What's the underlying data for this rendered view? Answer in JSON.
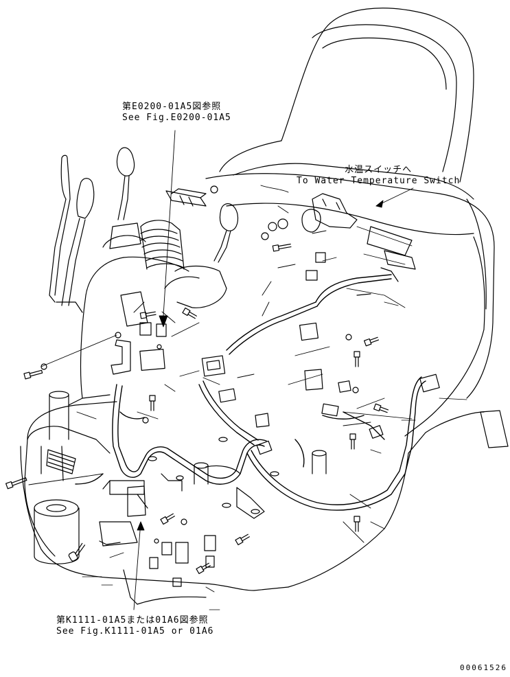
{
  "callouts": {
    "top_ref": {
      "jp": "第E0200-01A5図参照",
      "en": "See Fig.E0200-01A5"
    },
    "water_temp": {
      "jp": "水温スイッチへ",
      "en": "To Water Temperature Switch"
    },
    "bottom_ref": {
      "jp": "第K1111-01A5または01A6図参照",
      "en": "See Fig.K1111-01A5 or 01A6"
    }
  },
  "drawing_number": "00061526"
}
